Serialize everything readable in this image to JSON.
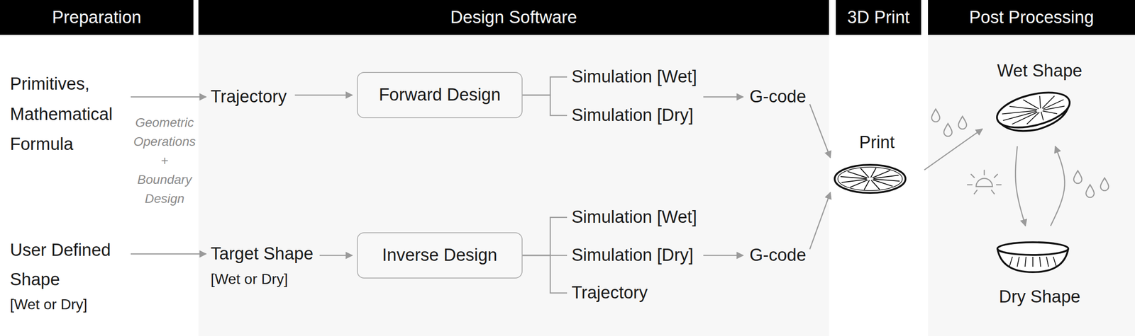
{
  "diagram": {
    "nodes": [
      {
        "text": [
          "Preparation"
        ]
      },
      {
        "text": [
          "Design Software"
        ]
      },
      {
        "text": [
          "3D Print"
        ]
      },
      {
        "text": [
          "Post Processing"
        ]
      },
      {
        "text": [
          "Primitives, Mathematical Formula"
        ]
      },
      {
        "text": [
          "Trajectory"
        ]
      },
      {
        "text": [
          "Forward Design"
        ]
      },
      {
        "text": [
          "Simulation [Wet]"
        ]
      },
      {
        "text": [
          "Simulation [Dry]"
        ]
      },
      {
        "text": [
          "G-code"
        ]
      },
      {
        "text": [
          "Print"
        ]
      },
      {
        "text": [
          "Wet Shape"
        ]
      },
      {
        "text": [
          "User Defined Shape",
          "[Wet or Dry]"
        ]
      },
      {
        "text": [
          "Target Shape",
          "[Wet or Dry]"
        ]
      },
      {
        "text": [
          "Inverse Design"
        ]
      },
      {
        "text": [
          "Simulation [Wet]"
        ]
      },
      {
        "text": [
          "Simulation [Dry]"
        ]
      },
      {
        "text": [
          "Trajectory"
        ]
      },
      {
        "text": [
          "G-code"
        ]
      },
      {
        "text": [
          "Dry Shape"
        ]
      }
    ],
    "edges": [
      {
        "from": 4,
        "to": 5,
        "arrow": "to",
        "label": "Geometric Operations + Boundary Design"
      },
      {
        "from": 5,
        "to": 6,
        "arrow": "to"
      },
      {
        "from": 6,
        "to": 7,
        "arrow": "none"
      },
      {
        "from": 6,
        "to": 8,
        "arrow": "none"
      },
      {
        "from": 8,
        "to": 9,
        "arrow": "to"
      },
      {
        "from": 9,
        "to": 10,
        "arrow": "to"
      },
      {
        "from": 10,
        "to": 11,
        "arrow": "to"
      },
      {
        "from": 11,
        "to": 19,
        "arrow": "to"
      },
      {
        "from": 19,
        "to": 11,
        "arrow": "to"
      },
      {
        "from": 12,
        "to": 13,
        "arrow": "to"
      },
      {
        "from": 13,
        "to": 14,
        "arrow": "to"
      },
      {
        "from": 14,
        "to": 15,
        "arrow": "none"
      },
      {
        "from": 14,
        "to": 16,
        "arrow": "none"
      },
      {
        "from": 14,
        "to": 17,
        "arrow": "none"
      },
      {
        "from": 16,
        "to": 18,
        "arrow": "to"
      },
      {
        "from": 18,
        "to": 10,
        "arrow": "to"
      }
    ]
  }
}
